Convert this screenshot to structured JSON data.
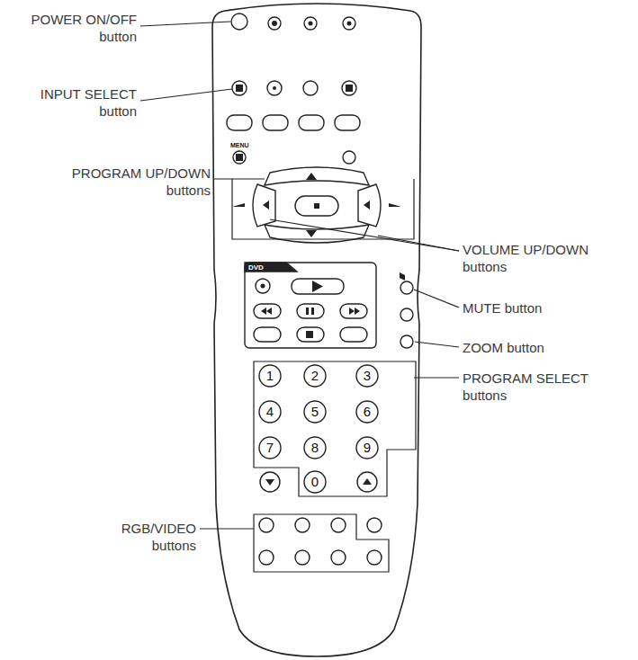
{
  "diagram": {
    "labels": [
      "POWER ON/OFF button",
      "INPUT SELECT button",
      "PROGRAM UP/DOWN buttons",
      "VOLUME UP/DOWN buttons",
      "MUTE button",
      "ZOOM button",
      "PROGRAM SELECT buttons",
      "RGB/VIDEO buttons",
      "MENU",
      "DVD",
      "1",
      "2",
      "3",
      "4",
      "5",
      "6",
      "7",
      "8",
      "9",
      "0"
    ]
  }
}
